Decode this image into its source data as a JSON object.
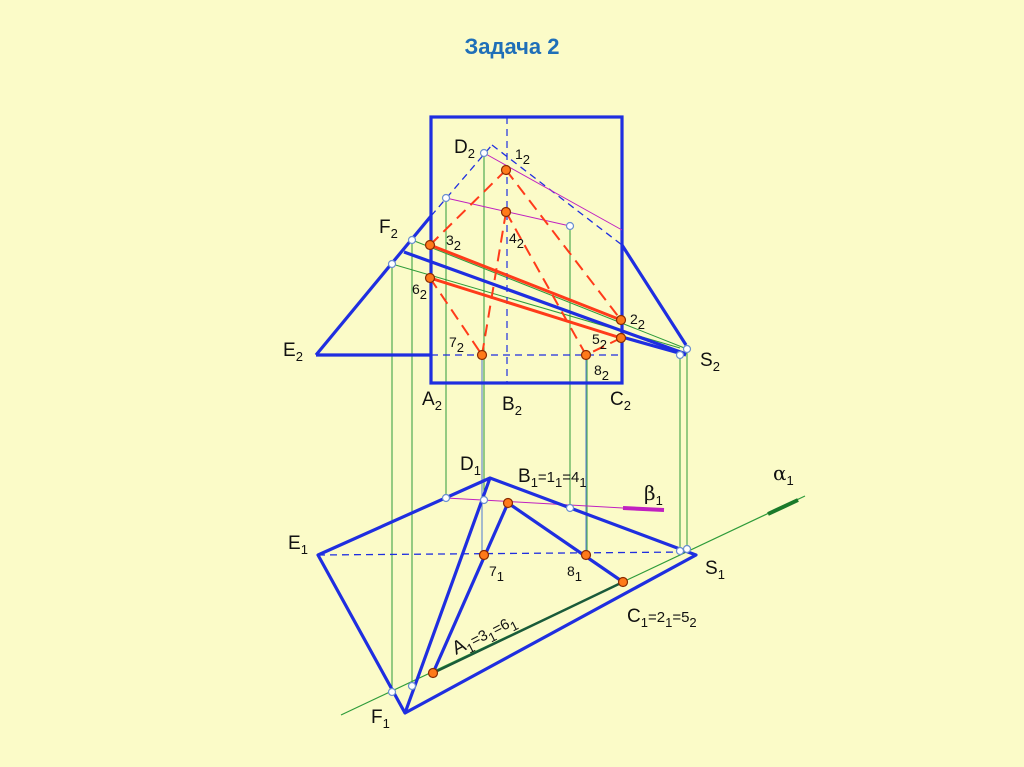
{
  "title": "Задача 2",
  "labels": {
    "D2": {
      "b": "D",
      "s": "2"
    },
    "one2": {
      "b": "1",
      "s": "2"
    },
    "F2": {
      "b": "F",
      "s": "2"
    },
    "three2": {
      "b": "3",
      "s": "2"
    },
    "four2": {
      "b": "4",
      "s": "2"
    },
    "six2": {
      "b": "6",
      "s": "2"
    },
    "two2": {
      "b": "2",
      "s": "2"
    },
    "five2": {
      "b": "5",
      "s": "2"
    },
    "E2": {
      "b": "E",
      "s": "2"
    },
    "seven2": {
      "b": "7",
      "s": "2"
    },
    "eight2": {
      "b": "8",
      "s": "2"
    },
    "S2": {
      "b": "S",
      "s": "2"
    },
    "A2": {
      "b": "A",
      "s": "2"
    },
    "B2": {
      "b": "B",
      "s": "2"
    },
    "C2": {
      "b": "C",
      "s": "2"
    },
    "D1": {
      "b": "D",
      "s": "1"
    },
    "E1": {
      "b": "E",
      "s": "1"
    },
    "S1": {
      "b": "S",
      "s": "1"
    },
    "seven1": {
      "b": "7",
      "s": "1"
    },
    "eight1": {
      "b": "8",
      "s": "1"
    },
    "F1": {
      "b": "F",
      "s": "1"
    },
    "alpha1": {
      "b": "α",
      "s": "1"
    },
    "beta1": {
      "b": "β",
      "s": "1"
    }
  },
  "eq_labels": {
    "B1": {
      "p1": "B",
      "s1": "1",
      "p2": "=1",
      "s2": "1",
      "p3": "=4",
      "s3": "1"
    },
    "C1": {
      "p1": "C",
      "s1": "1",
      "p2": "=2",
      "s2": "1",
      "p3": "=5",
      "s3": "2"
    },
    "A1": {
      "p1": "A",
      "s1": "1",
      "p2": "=3",
      "s2": "1",
      "p3": "=6",
      "s3": "1"
    }
  },
  "colors": {
    "background": "#fbfbc8",
    "title": "#1f6fb8",
    "solid_lines": "#1f2ee0",
    "section": "#ff3b1a",
    "links": "#2e9b3a",
    "beta": "#c020c0",
    "alpha": "#1a7a2a"
  }
}
